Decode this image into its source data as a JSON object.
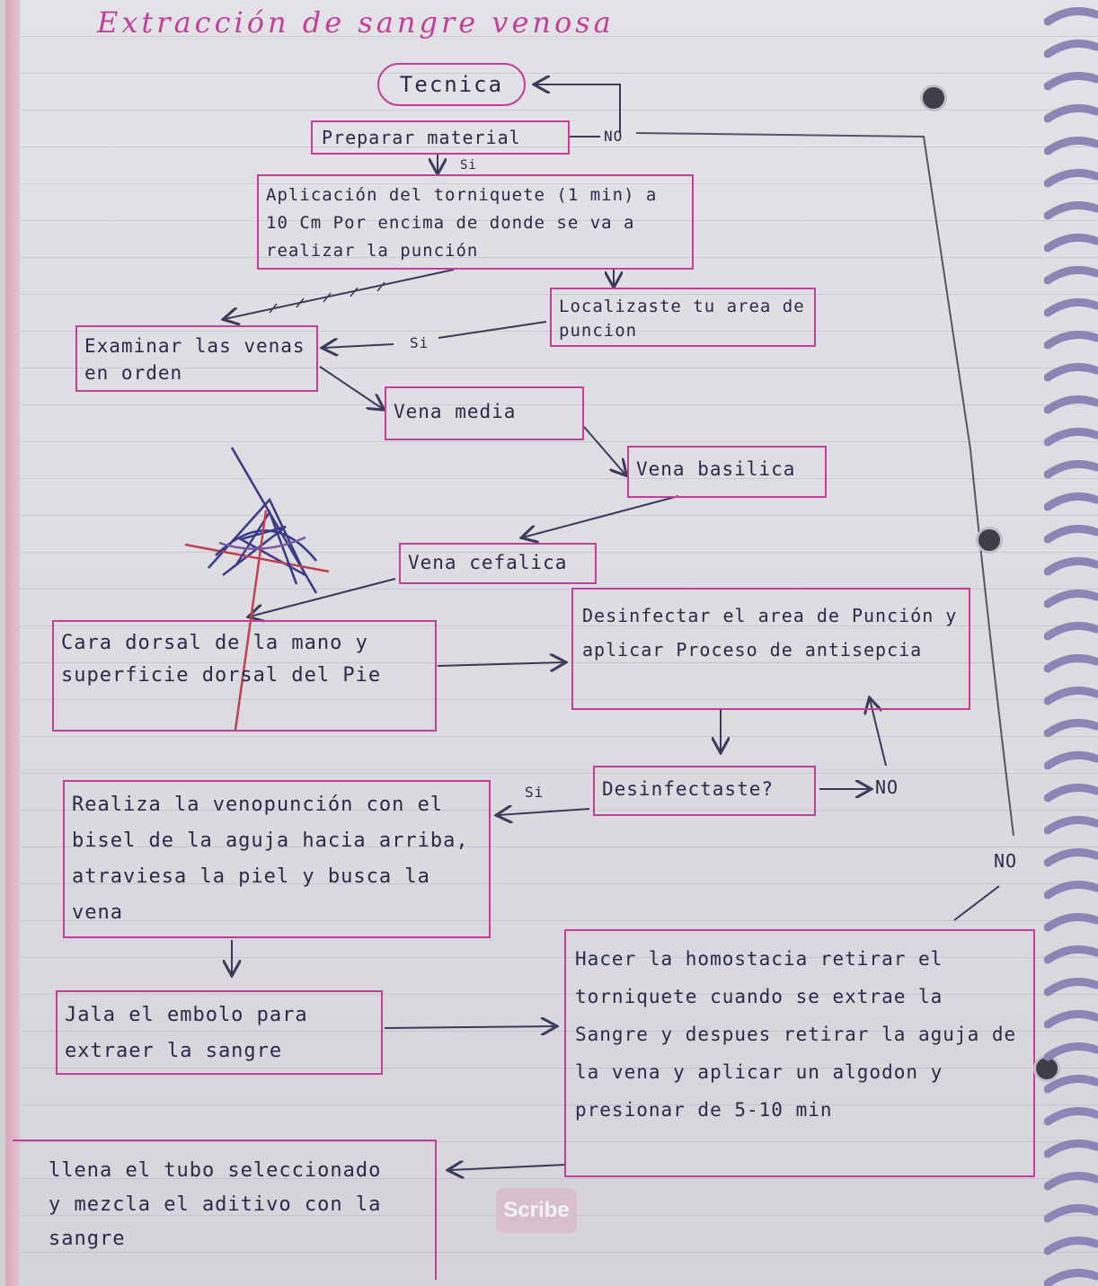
{
  "title": "Extracción de sangre venosa",
  "start_node": "Tecnica",
  "nodes": {
    "preparar": "Preparar material",
    "torniquete": "Aplicación del torniquete (1 min) a 10 Cm Por encima de donde se va a realizar la punción",
    "localizaste": "Localizaste tu area de puncion",
    "examinar": "Examinar las venas en orden",
    "vena_media": "Vena media",
    "vena_basilica": "Vena basilica",
    "vena_cefalica": "Vena cefalica",
    "cara_dorsal": "Cara dorsal de la mano y superficie dorsal del Pie",
    "desinfectar": "Desinfectar el area de Punción y aplicar Proceso de antisepcia",
    "desinfectaste": "Desinfectaste?",
    "realiza": "Realiza la venopunción con el bisel de la aguja hacia arriba, atraviesa la piel y busca la vena",
    "jala": "Jala el embolo para extraer la sangre",
    "hemostasia": "Hacer la homostacia retirar el torniquete cuando se extrae la Sangre y despues retirar la aguja de la vena y aplicar un algodon y presionar de 5-10 min",
    "llena": "llena el tubo seleccionado y mezcla el aditivo con la sangre"
  },
  "edge_labels": {
    "no_preparar": "NO",
    "si_preparar": "Si",
    "si_localizaste": "Si",
    "si_desinfectaste": "Si",
    "no_desinfectaste": "NO",
    "no_right": "NO"
  },
  "watermark": "Scribe",
  "colors": {
    "ink_pink": "#c2409a",
    "ink_blue": "#2a2a4a",
    "paper": "#dedde2"
  },
  "icons": {
    "scribble": "crossed-out-scribble",
    "spiral": "spiral-binding"
  }
}
